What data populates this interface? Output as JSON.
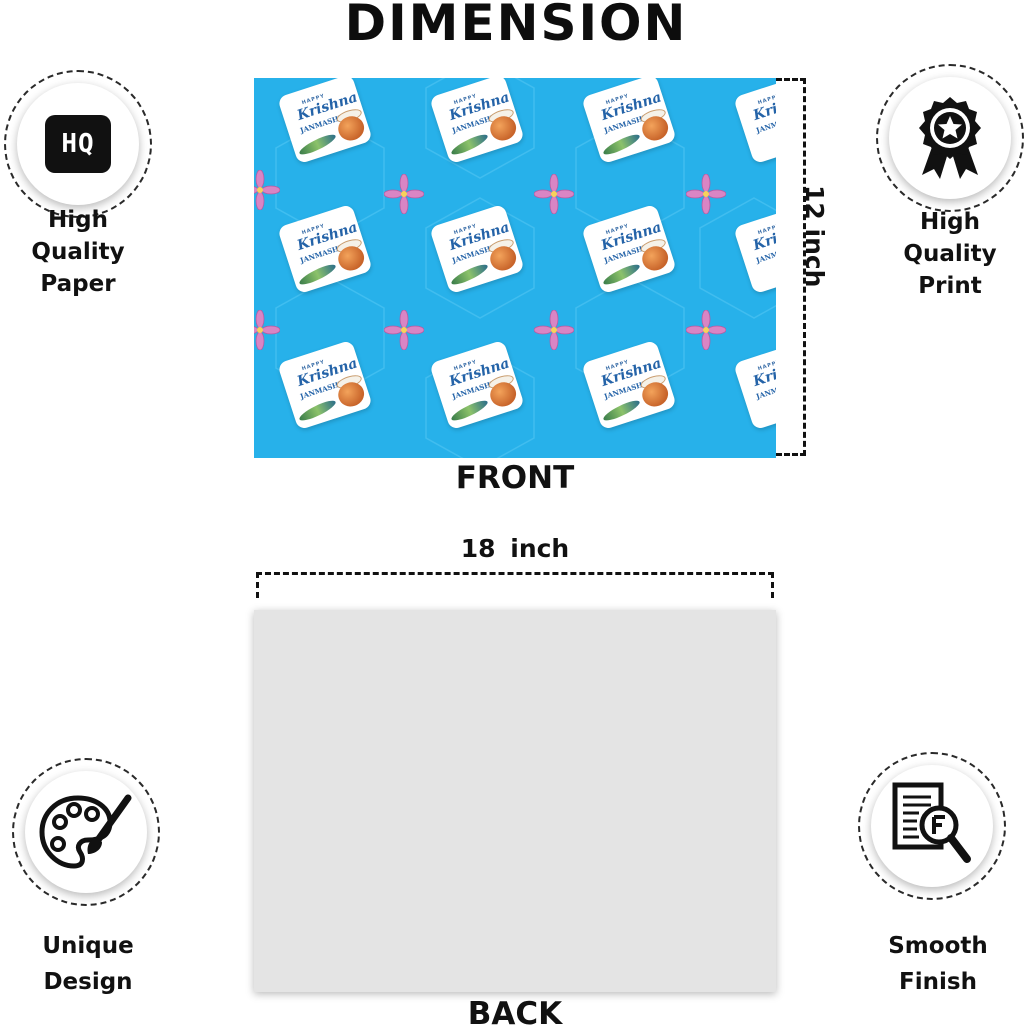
{
  "title": "DIMENSION",
  "features": {
    "top_left": {
      "icon": "hq-icon",
      "icon_text": "HQ",
      "lines": [
        "High",
        "Quality",
        "Paper"
      ]
    },
    "top_right": {
      "icon": "award-badge-icon",
      "lines": [
        "High",
        "Quality",
        "Print"
      ]
    },
    "bottom_left": {
      "icon": "paint-palette-icon",
      "lines": [
        "Unique",
        "Design"
      ]
    },
    "bottom_right": {
      "icon": "document-search-icon",
      "lines": [
        "Smooth",
        "Finish"
      ]
    }
  },
  "front": {
    "label": "FRONT",
    "card_small": "HAPPY",
    "card_big": "Krishna",
    "card_mid": "JANMASHTAMI",
    "background_color": "#27b1ea"
  },
  "dimensions": {
    "height": "12 inch",
    "width": "18 inch"
  },
  "back": {
    "label": "BACK",
    "color": "#e4e4e4"
  }
}
